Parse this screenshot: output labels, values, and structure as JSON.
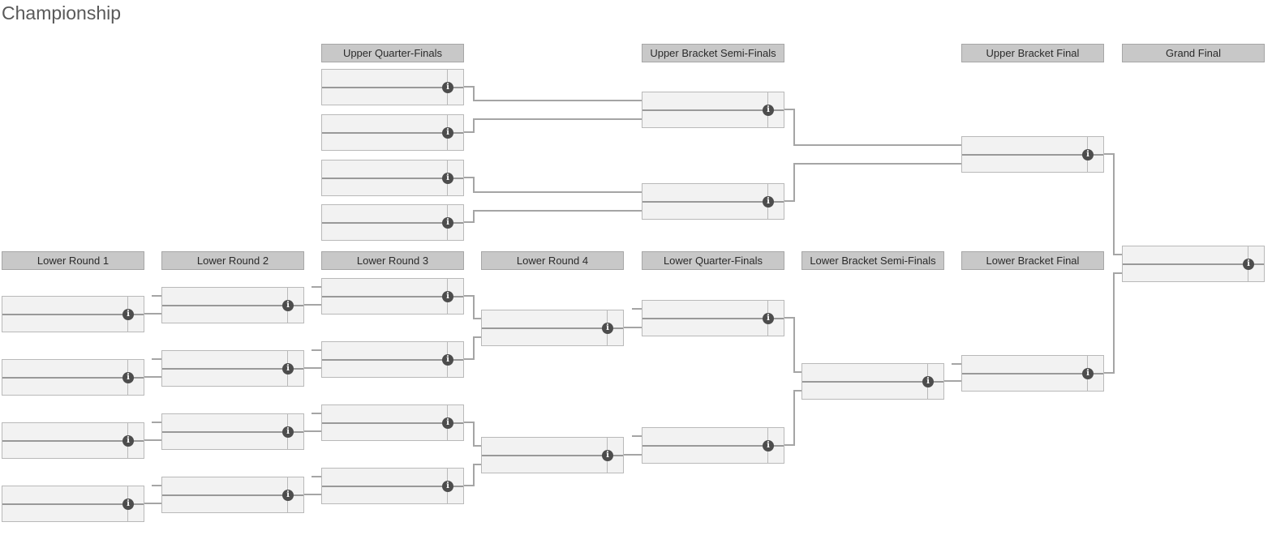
{
  "title": "Championship",
  "info_icon_glyph": "i",
  "colors": {
    "header_bg": "#c8c8c8",
    "header_border": "#a6a6a6",
    "match_bg": "#f2f2f2",
    "match_border": "#b9b9b9",
    "connector": "#a5a5a5",
    "divider": "#999999",
    "info_icon_bg": "#4d4d4d",
    "info_icon_fg": "#ffffff",
    "title_color": "#595959",
    "page_bg": "#ffffff"
  },
  "rounds": [
    {
      "id": "u-qf",
      "label": "Upper Quarter-Finals",
      "bracket": "upper",
      "matches": [
        {
          "id": "u-qf-1",
          "slots": [
            {
              "name": "",
              "score": ""
            },
            {
              "name": "",
              "score": ""
            }
          ]
        },
        {
          "id": "u-qf-2",
          "slots": [
            {
              "name": "",
              "score": ""
            },
            {
              "name": "",
              "score": ""
            }
          ]
        },
        {
          "id": "u-qf-3",
          "slots": [
            {
              "name": "",
              "score": ""
            },
            {
              "name": "",
              "score": ""
            }
          ]
        },
        {
          "id": "u-qf-4",
          "slots": [
            {
              "name": "",
              "score": ""
            },
            {
              "name": "",
              "score": ""
            }
          ]
        }
      ]
    },
    {
      "id": "u-sf",
      "label": "Upper Bracket Semi-Finals",
      "bracket": "upper",
      "matches": [
        {
          "id": "u-sf-1",
          "slots": [
            {
              "name": "",
              "score": ""
            },
            {
              "name": "",
              "score": ""
            }
          ]
        },
        {
          "id": "u-sf-2",
          "slots": [
            {
              "name": "",
              "score": ""
            },
            {
              "name": "",
              "score": ""
            }
          ]
        }
      ]
    },
    {
      "id": "u-f",
      "label": "Upper Bracket Final",
      "bracket": "upper",
      "matches": [
        {
          "id": "u-f-1",
          "slots": [
            {
              "name": "",
              "score": ""
            },
            {
              "name": "",
              "score": ""
            }
          ]
        }
      ]
    },
    {
      "id": "gf",
      "label": "Grand Final",
      "bracket": "upper",
      "matches": [
        {
          "id": "gf-1",
          "slots": [
            {
              "name": "",
              "score": ""
            },
            {
              "name": "",
              "score": ""
            }
          ]
        }
      ]
    },
    {
      "id": "l-r1",
      "label": "Lower Round 1",
      "bracket": "lower",
      "matches": [
        {
          "id": "l-r1-1",
          "slots": [
            {
              "name": "",
              "score": ""
            },
            {
              "name": "",
              "score": ""
            }
          ]
        },
        {
          "id": "l-r1-2",
          "slots": [
            {
              "name": "",
              "score": ""
            },
            {
              "name": "",
              "score": ""
            }
          ]
        },
        {
          "id": "l-r1-3",
          "slots": [
            {
              "name": "",
              "score": ""
            },
            {
              "name": "",
              "score": ""
            }
          ]
        },
        {
          "id": "l-r1-4",
          "slots": [
            {
              "name": "",
              "score": ""
            },
            {
              "name": "",
              "score": ""
            }
          ]
        }
      ]
    },
    {
      "id": "l-r2",
      "label": "Lower Round 2",
      "bracket": "lower",
      "matches": [
        {
          "id": "l-r2-1",
          "slots": [
            {
              "name": "",
              "score": ""
            },
            {
              "name": "",
              "score": ""
            }
          ]
        },
        {
          "id": "l-r2-2",
          "slots": [
            {
              "name": "",
              "score": ""
            },
            {
              "name": "",
              "score": ""
            }
          ]
        },
        {
          "id": "l-r2-3",
          "slots": [
            {
              "name": "",
              "score": ""
            },
            {
              "name": "",
              "score": ""
            }
          ]
        },
        {
          "id": "l-r2-4",
          "slots": [
            {
              "name": "",
              "score": ""
            },
            {
              "name": "",
              "score": ""
            }
          ]
        }
      ]
    },
    {
      "id": "l-r3",
      "label": "Lower Round 3",
      "bracket": "lower",
      "matches": [
        {
          "id": "l-r3-1",
          "slots": [
            {
              "name": "",
              "score": ""
            },
            {
              "name": "",
              "score": ""
            }
          ]
        },
        {
          "id": "l-r3-2",
          "slots": [
            {
              "name": "",
              "score": ""
            },
            {
              "name": "",
              "score": ""
            }
          ]
        },
        {
          "id": "l-r3-3",
          "slots": [
            {
              "name": "",
              "score": ""
            },
            {
              "name": "",
              "score": ""
            }
          ]
        },
        {
          "id": "l-r3-4",
          "slots": [
            {
              "name": "",
              "score": ""
            },
            {
              "name": "",
              "score": ""
            }
          ]
        }
      ]
    },
    {
      "id": "l-r4",
      "label": "Lower Round 4",
      "bracket": "lower",
      "matches": [
        {
          "id": "l-r4-1",
          "slots": [
            {
              "name": "",
              "score": ""
            },
            {
              "name": "",
              "score": ""
            }
          ]
        },
        {
          "id": "l-r4-2",
          "slots": [
            {
              "name": "",
              "score": ""
            },
            {
              "name": "",
              "score": ""
            }
          ]
        }
      ]
    },
    {
      "id": "l-qf",
      "label": "Lower Quarter-Finals",
      "bracket": "lower",
      "matches": [
        {
          "id": "l-qf-1",
          "slots": [
            {
              "name": "",
              "score": ""
            },
            {
              "name": "",
              "score": ""
            }
          ]
        },
        {
          "id": "l-qf-2",
          "slots": [
            {
              "name": "",
              "score": ""
            },
            {
              "name": "",
              "score": ""
            }
          ]
        }
      ]
    },
    {
      "id": "l-sf",
      "label": "Lower Bracket Semi-Finals",
      "bracket": "lower",
      "matches": [
        {
          "id": "l-sf-1",
          "slots": [
            {
              "name": "",
              "score": ""
            },
            {
              "name": "",
              "score": ""
            }
          ]
        }
      ]
    },
    {
      "id": "l-f",
      "label": "Lower Bracket Final",
      "bracket": "lower",
      "matches": [
        {
          "id": "l-f-1",
          "slots": [
            {
              "name": "",
              "score": ""
            },
            {
              "name": "",
              "score": ""
            }
          ]
        }
      ]
    }
  ],
  "connections": [
    {
      "from": "u-qf-1",
      "to": "u-sf-1",
      "slot": "top",
      "style": "elbow"
    },
    {
      "from": "u-qf-2",
      "to": "u-sf-1",
      "slot": "bottom",
      "style": "elbow"
    },
    {
      "from": "u-qf-3",
      "to": "u-sf-2",
      "slot": "top",
      "style": "elbow"
    },
    {
      "from": "u-qf-4",
      "to": "u-sf-2",
      "slot": "bottom",
      "style": "elbow"
    },
    {
      "from": "u-sf-1",
      "to": "u-f-1",
      "slot": "top",
      "style": "elbow"
    },
    {
      "from": "u-sf-2",
      "to": "u-f-1",
      "slot": "bottom",
      "style": "elbow"
    },
    {
      "from": "u-f-1",
      "to": "gf-1",
      "slot": "top",
      "style": "elbow"
    },
    {
      "from": "l-f-1",
      "to": "gf-1",
      "slot": "bottom",
      "style": "elbow"
    },
    {
      "from": "l-r1-1",
      "to": "l-r2-1",
      "slot": "bottom",
      "style": "straight"
    },
    {
      "from": "l-r1-2",
      "to": "l-r2-2",
      "slot": "bottom",
      "style": "straight"
    },
    {
      "from": "l-r1-3",
      "to": "l-r2-3",
      "slot": "bottom",
      "style": "straight"
    },
    {
      "from": "l-r1-4",
      "to": "l-r2-4",
      "slot": "bottom",
      "style": "straight"
    },
    {
      "from": "l-r2-1",
      "to": "l-r3-1",
      "slot": "bottom",
      "style": "straight"
    },
    {
      "from": "l-r2-2",
      "to": "l-r3-2",
      "slot": "bottom",
      "style": "straight"
    },
    {
      "from": "l-r2-3",
      "to": "l-r3-3",
      "slot": "bottom",
      "style": "straight"
    },
    {
      "from": "l-r2-4",
      "to": "l-r3-4",
      "slot": "bottom",
      "style": "straight"
    },
    {
      "from": "l-r3-1",
      "to": "l-r4-1",
      "slot": "top",
      "style": "elbow"
    },
    {
      "from": "l-r3-2",
      "to": "l-r4-1",
      "slot": "bottom",
      "style": "elbow"
    },
    {
      "from": "l-r3-3",
      "to": "l-r4-2",
      "slot": "top",
      "style": "elbow"
    },
    {
      "from": "l-r3-4",
      "to": "l-r4-2",
      "slot": "bottom",
      "style": "elbow"
    },
    {
      "from": "l-r4-1",
      "to": "l-qf-1",
      "slot": "bottom",
      "style": "straight"
    },
    {
      "from": "l-r4-2",
      "to": "l-qf-2",
      "slot": "bottom",
      "style": "straight"
    },
    {
      "from": "l-qf-1",
      "to": "l-sf-1",
      "slot": "top",
      "style": "elbow"
    },
    {
      "from": "l-qf-2",
      "to": "l-sf-1",
      "slot": "bottom",
      "style": "elbow"
    },
    {
      "from": "l-sf-1",
      "to": "l-f-1",
      "slot": "bottom",
      "style": "straight"
    }
  ],
  "drop_in_stubs": [
    {
      "match": "l-r2-1",
      "slot": "top"
    },
    {
      "match": "l-r2-2",
      "slot": "top"
    },
    {
      "match": "l-r2-3",
      "slot": "top"
    },
    {
      "match": "l-r2-4",
      "slot": "top"
    },
    {
      "match": "l-r3-1",
      "slot": "top"
    },
    {
      "match": "l-r3-2",
      "slot": "top"
    },
    {
      "match": "l-r3-3",
      "slot": "top"
    },
    {
      "match": "l-r3-4",
      "slot": "top"
    },
    {
      "match": "l-qf-1",
      "slot": "top"
    },
    {
      "match": "l-qf-2",
      "slot": "top"
    },
    {
      "match": "l-f-1",
      "slot": "top"
    }
  ]
}
